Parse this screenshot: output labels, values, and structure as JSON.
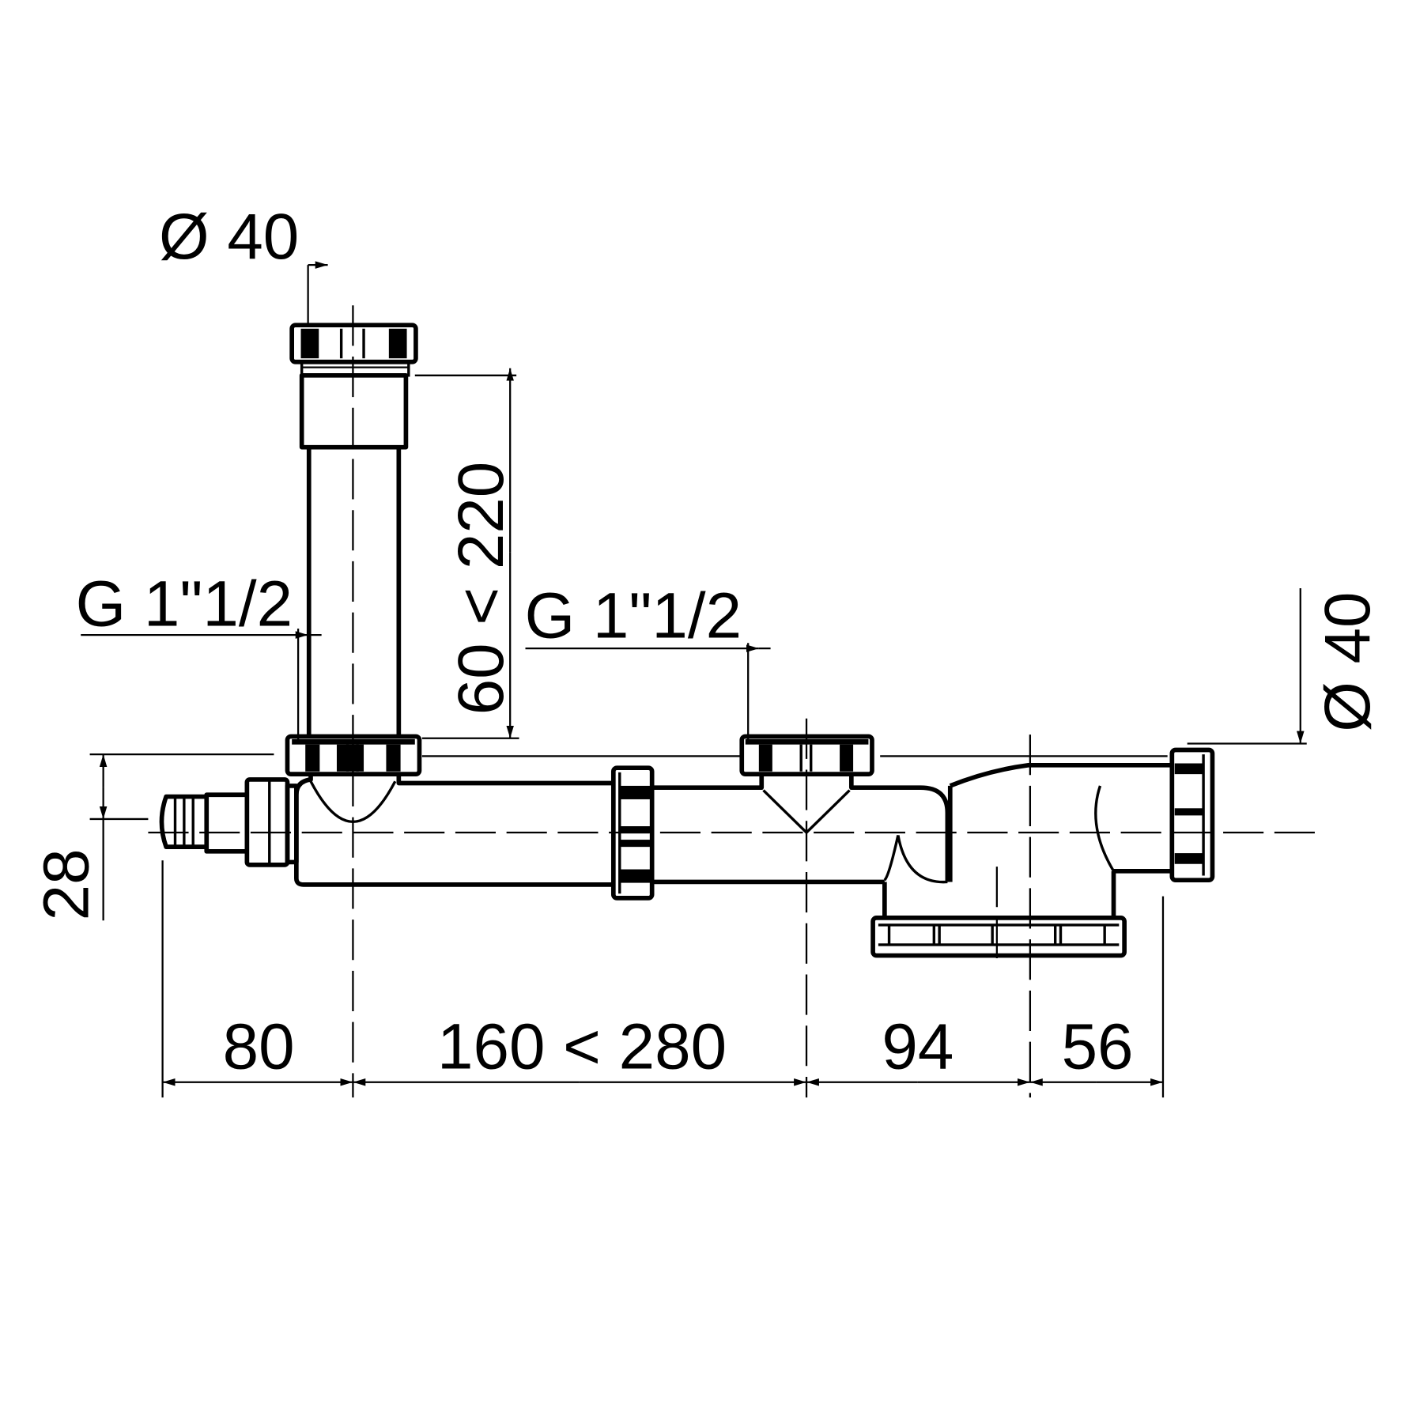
{
  "drawing": {
    "title": "Siphon technical drawing",
    "dimensions": {
      "top_diameter": "Ø 40",
      "left_thread": "G 1\"1/2",
      "vertical_length": "60 < 220",
      "middle_thread": "G 1\"1/2",
      "right_diameter": "Ø 40",
      "offset_height": "28",
      "bottom_1": "80",
      "bottom_2": "160 < 280",
      "bottom_3": "94",
      "bottom_4": "56"
    },
    "colors": {
      "line": "#000000",
      "background": "#ffffff"
    }
  }
}
